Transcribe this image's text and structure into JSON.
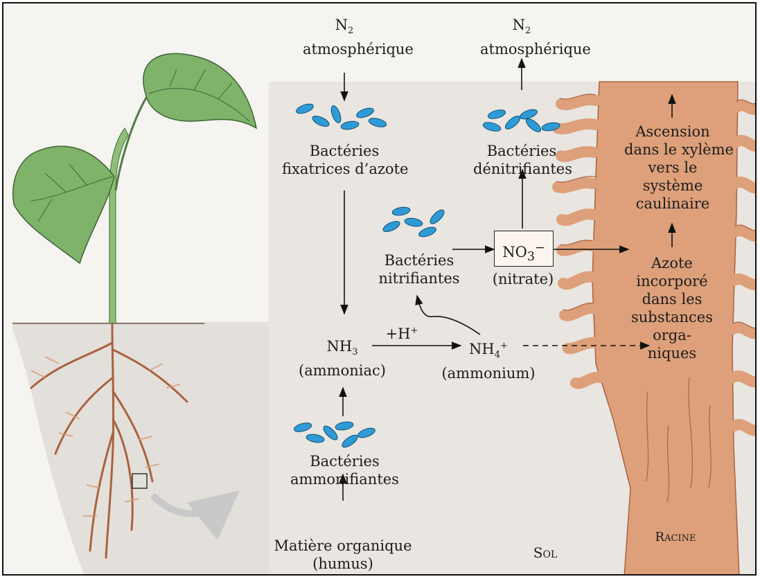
{
  "labels": {
    "n2_left_atmo": "atmosphérique",
    "n2_right_atmo": "atmosphérique",
    "fixing_1": "Bactéries",
    "fixing_2": "fixatrices d’azote",
    "denitrifying_1": "Bactéries",
    "denitrifying_2": "dénitrifiantes",
    "nitrifying_1": "Bactéries",
    "nitrifying_2": "nitrifiantes",
    "nitrate_name": "(nitrate)",
    "hplus": "+H",
    "ammonia_name": "(ammoniac)",
    "ammonium_name": "(ammonium)",
    "ammonifying_1": "Bactéries",
    "ammonifying_2": "ammonifiantes",
    "organic_1": "Matière organique",
    "organic_2": "(humus)",
    "soil": "Sol",
    "root": "Racine",
    "xylem_1": "Ascension",
    "xylem_2": "dans le xylème",
    "xylem_3": "vers le",
    "xylem_4": "système",
    "xylem_5": "caulinaire",
    "incorp_1": "Azote",
    "incorp_2": "incorporé",
    "incorp_3": "dans les",
    "incorp_4": "substances",
    "incorp_5": "orga-",
    "incorp_6": "niques"
  },
  "colors": {
    "leaf": "#7fb36a",
    "leaf_dark": "#4f7d43",
    "stem": "#8fbf77",
    "root": "#d99a72",
    "root_dark": "#a8623e",
    "soil": "#e3dfdb",
    "bacteria": "#2f9bd6",
    "root_panel": "#dda07a"
  }
}
